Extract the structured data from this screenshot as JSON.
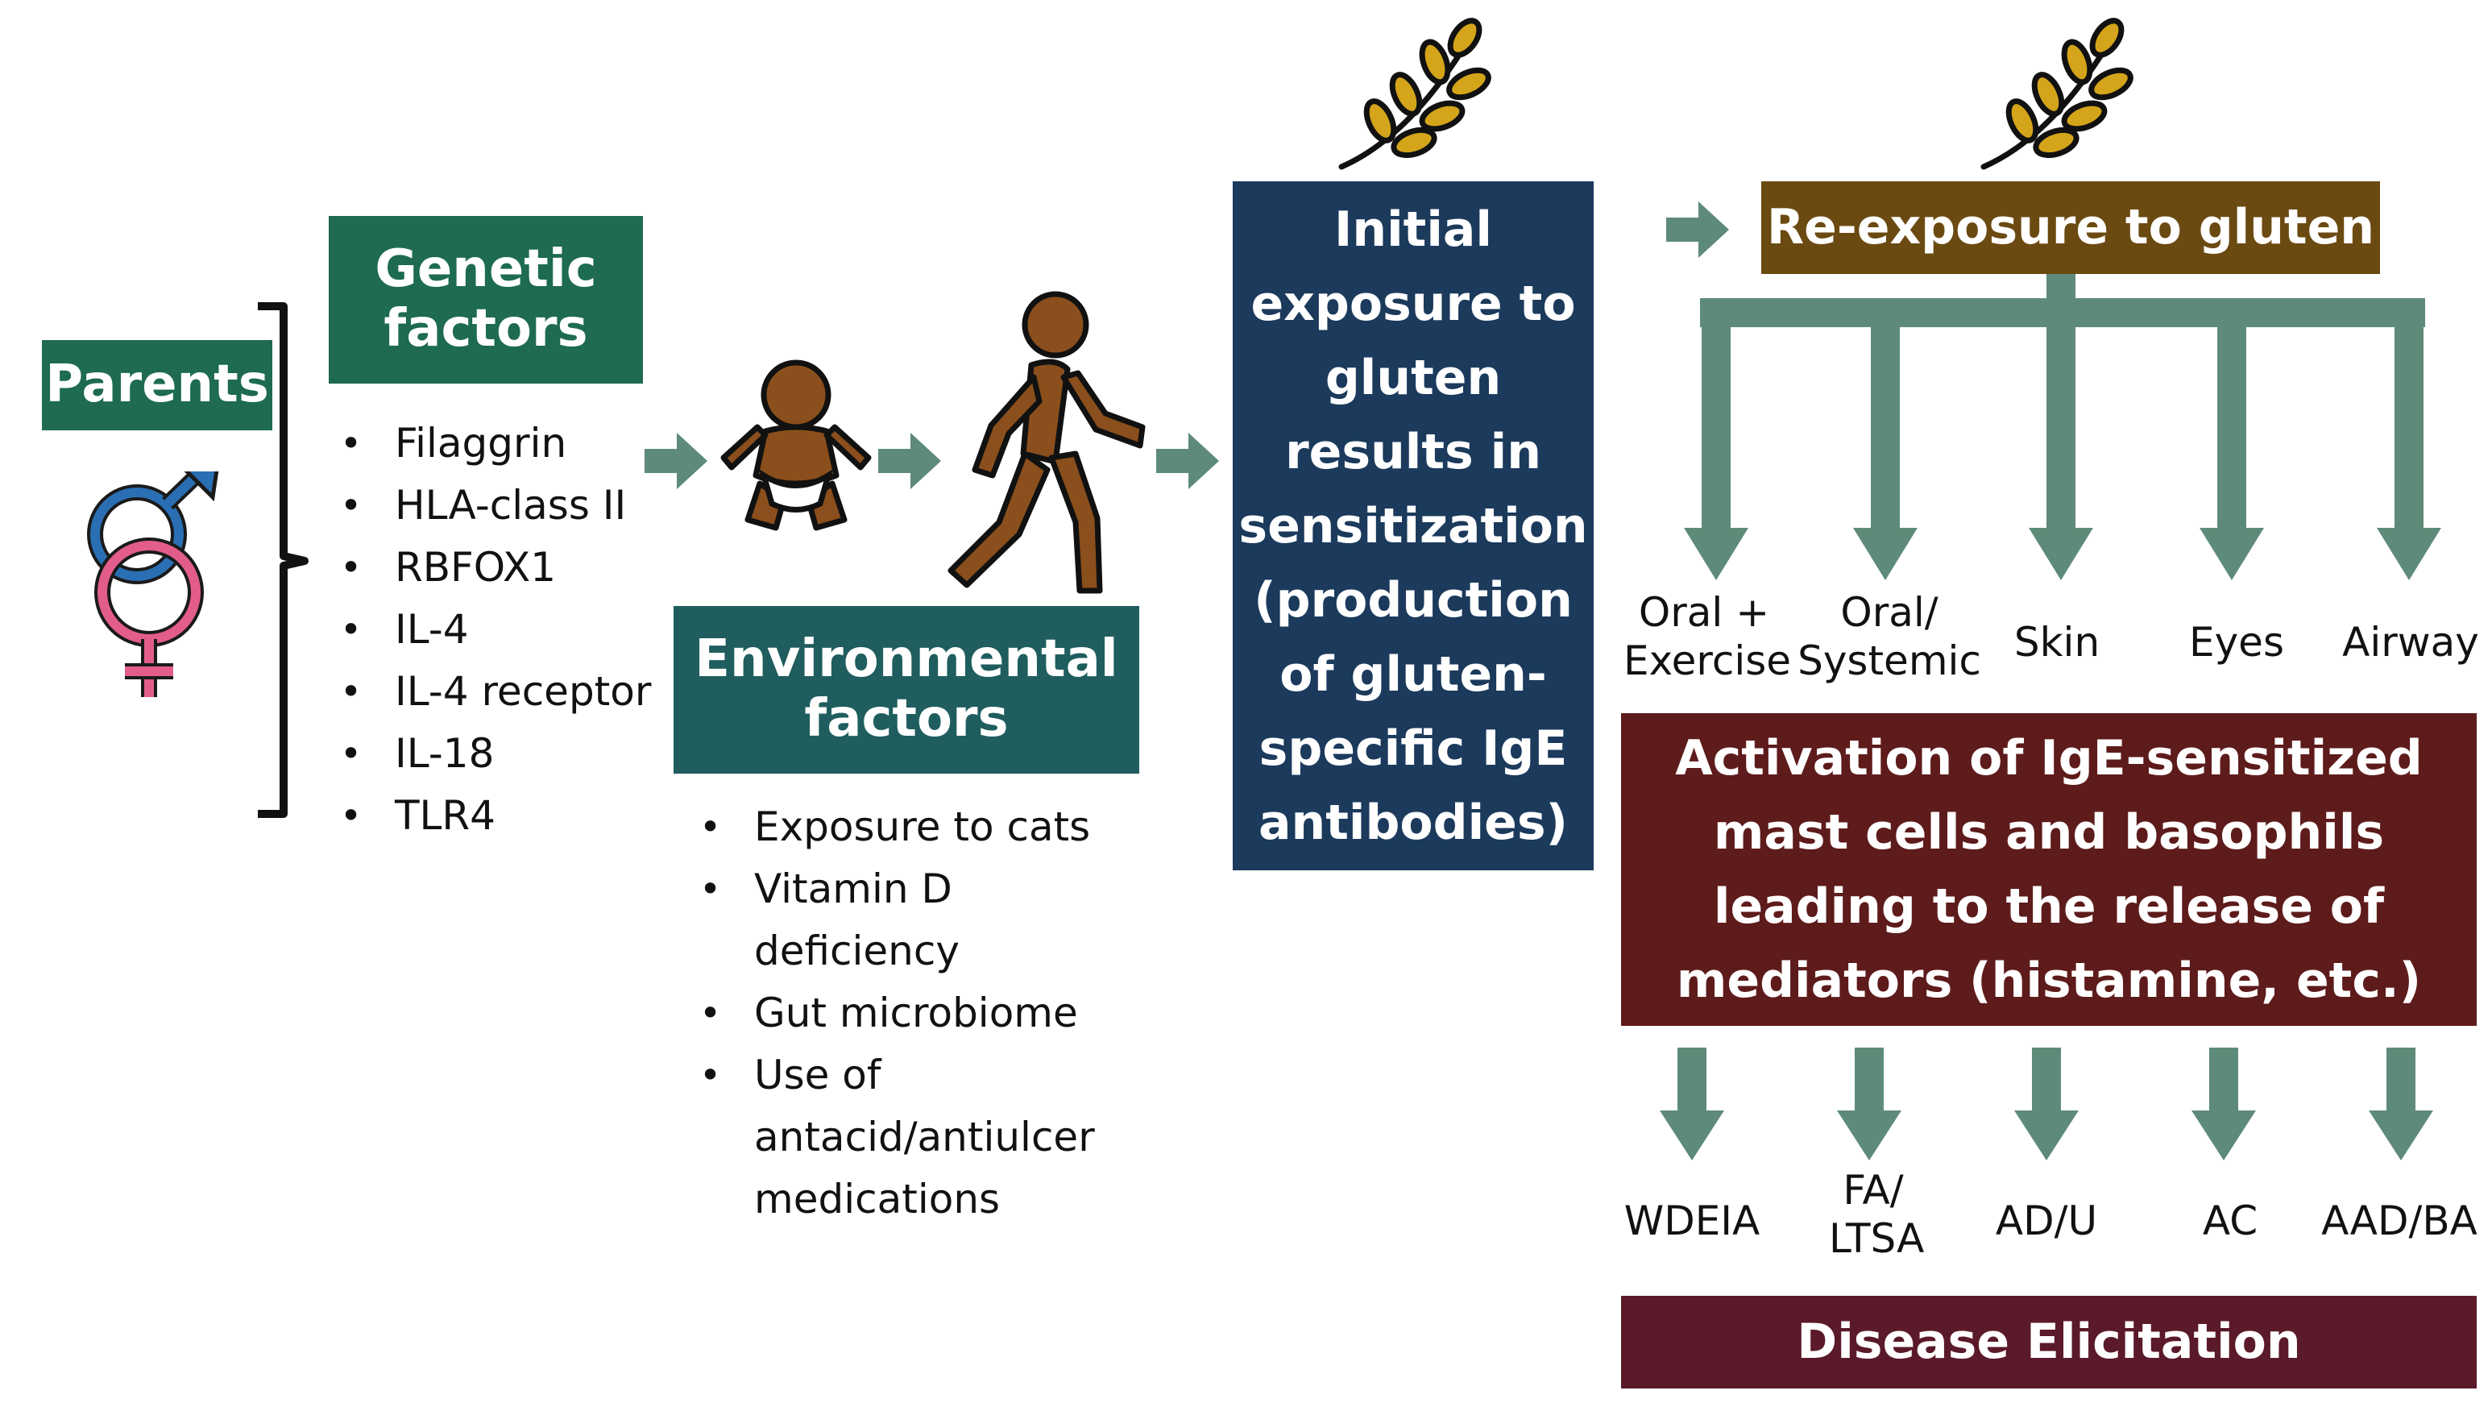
{
  "parents": {
    "label": "Parents"
  },
  "genetic": {
    "title": "Genetic factors",
    "items": [
      "Filaggrin",
      "HLA-class II",
      "RBFOX1",
      "IL-4",
      "IL-4 receptor",
      "IL-18",
      "TLR4"
    ]
  },
  "environmental": {
    "title": "Environmental factors",
    "items": [
      "Exposure to cats",
      "Vitamin D deficiency",
      "Gut microbiome",
      "Use of antacid/antiulcer medications"
    ]
  },
  "initial": {
    "text": "Initial exposure to gluten results in sensitization (production of gluten-specific IgE antibodies)"
  },
  "reexposure": {
    "title": "Re-exposure to gluten"
  },
  "routes": [
    "Oral + Exercise",
    "Oral/ Systemic",
    "Skin",
    "Eyes",
    "Airway"
  ],
  "activation": {
    "text": "Activation of IgE-sensitized mast cells and basophils leading to the release of mediators (histamine, etc.)"
  },
  "outcomes": [
    "WDEIA",
    "FA/ LTSA",
    "AD/U",
    "AC",
    "AAD/BA"
  ],
  "disease": {
    "title": "Disease Elicitation"
  },
  "icons": [
    "gender-symbols-icon",
    "baby-icon",
    "walking-person-icon",
    "wheat-icon"
  ],
  "colors": {
    "green_dark": "#1e6b4f",
    "teal_dark": "#1f5d5e",
    "navy": "#1b3a5c",
    "brown": "#6b4a12",
    "maroon": "#5e1b1b",
    "wine": "#5a1a2a",
    "arrow": "#5e8b79",
    "figure": "#8a4f1c"
  }
}
